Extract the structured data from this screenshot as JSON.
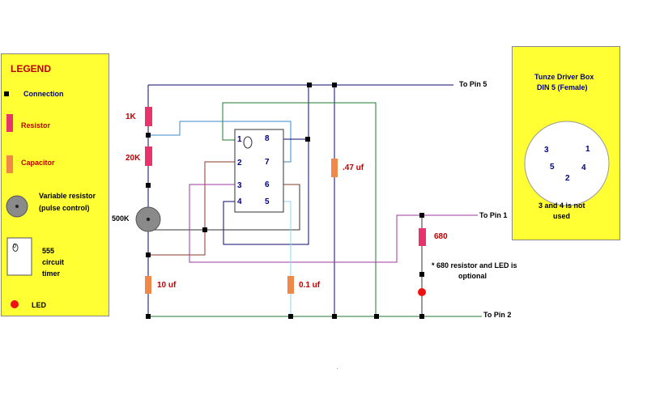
{
  "legend": {
    "title": "LEGEND",
    "items": {
      "connection": "Connection",
      "resistor": "Resistor",
      "capacitor": "Capacitor",
      "variable_resistor_1": "Variable resistor",
      "variable_resistor_2": "(pulse control)",
      "timer_1": "555",
      "timer_2": "circuit",
      "timer_3": "timer",
      "led": "LED"
    },
    "timer_pin_label": "0"
  },
  "tunze": {
    "title_1": "Tunze Driver Box",
    "title_2": "DIN 5 (Female)",
    "pins": [
      "3",
      "1",
      "5",
      "4",
      "2"
    ],
    "note_1": "3 and 4 is not",
    "note_2": "used"
  },
  "components": {
    "r1": "1K",
    "r2": "20K",
    "pot": "500K",
    "c1": "10 uf",
    "c2": "0.1 uf",
    "c3": ".47 uf",
    "r_led": "680"
  },
  "chip": {
    "pins": [
      "1",
      "8",
      "2",
      "7",
      "3",
      "6",
      "4",
      "5"
    ]
  },
  "outputs": {
    "pin5": "To Pin 5",
    "pin1": "To Pin 1",
    "pin2": "To Pin 2"
  },
  "note": {
    "line1": "* 680 resistor and LED is",
    "line2": "optional"
  },
  "colors": {
    "panel": "#ffff33",
    "resistor": "#e8336d",
    "capacitor": "#f0884a",
    "wire_navy": "#0a0a6e",
    "wire_green": "#1f7a2e",
    "wire_brown": "#8b3a2a",
    "wire_magenta": "#a03aa0",
    "wire_blue": "#3a8ac8",
    "wire_lightblue": "#8fd3f2",
    "wire_black": "#333333",
    "led": "#ee1111"
  }
}
